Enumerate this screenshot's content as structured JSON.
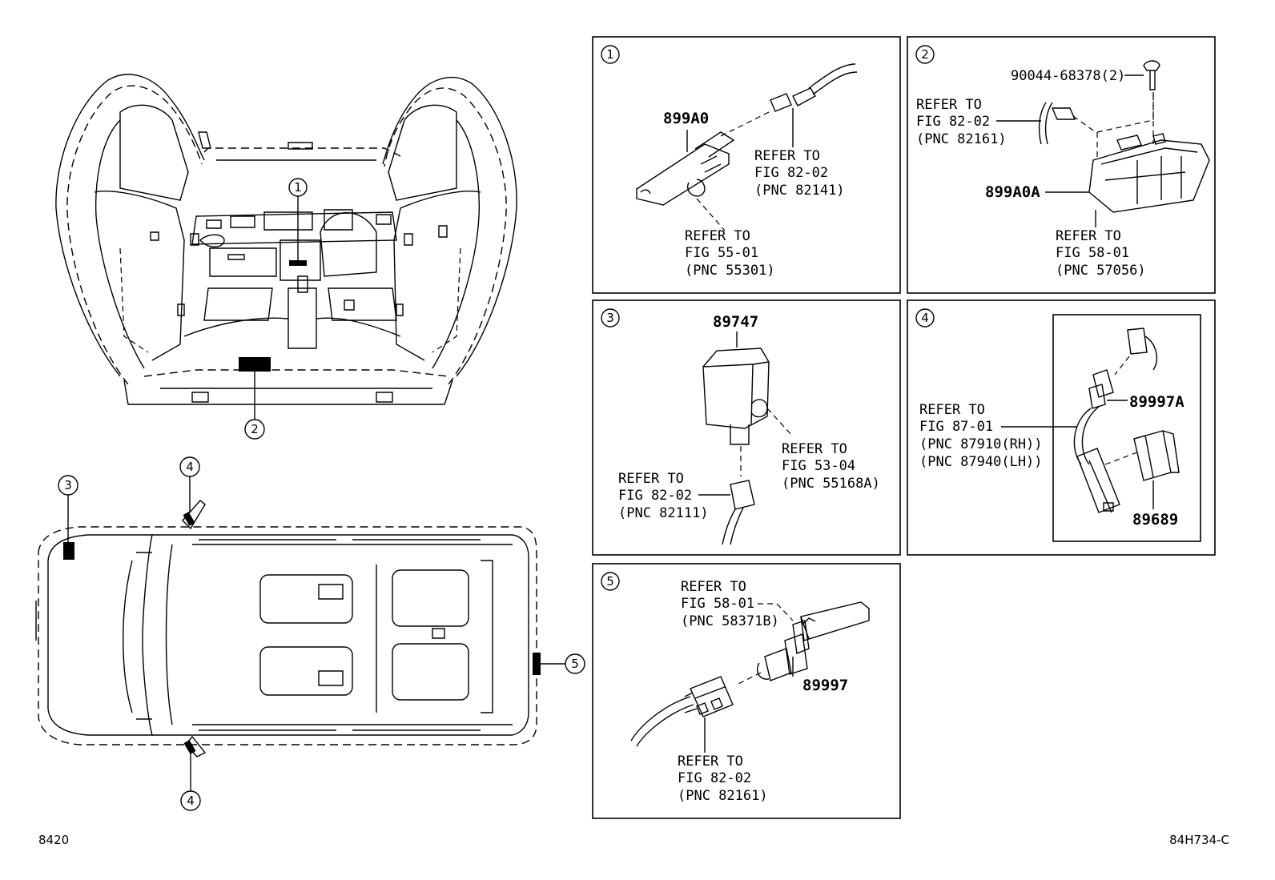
{
  "callouts": {
    "c1": "1",
    "c2": "2",
    "c3": "3",
    "c4": "4",
    "c5": "5"
  },
  "panel1": {
    "part": "899A0",
    "ref_a": [
      "REFER TO",
      "FIG 82-02",
      "(PNC 82141)"
    ],
    "ref_b": [
      "REFER TO",
      "FIG 55-01",
      "(PNC 55301)"
    ]
  },
  "panel2": {
    "bolt": "90044-68378(2)",
    "part": "899A0A",
    "ref_a": [
      "REFER TO",
      "FIG 82-02",
      "(PNC 82161)"
    ],
    "ref_b": [
      "REFER TO",
      "FIG 58-01",
      "(PNC 57056)"
    ]
  },
  "panel3": {
    "part": "89747",
    "ref_a": [
      "REFER TO",
      "FIG 53-04",
      "(PNC 55168A)"
    ],
    "ref_b": [
      "REFER TO",
      "FIG 82-02",
      "(PNC 82111)"
    ]
  },
  "panel4": {
    "part_a": "89997A",
    "part_b": "89689",
    "ref_a": [
      "REFER TO",
      "FIG 87-01",
      "(PNC 87910(RH))",
      "(PNC 87940(LH))"
    ]
  },
  "panel5": {
    "part": "89997",
    "ref_a": [
      "REFER TO",
      "FIG 58-01",
      "(PNC 58371B)"
    ],
    "ref_b": [
      "REFER TO",
      "FIG 82-02",
      "(PNC 82161)"
    ]
  },
  "footer": {
    "left": "8420",
    "right": "84H734-C"
  }
}
